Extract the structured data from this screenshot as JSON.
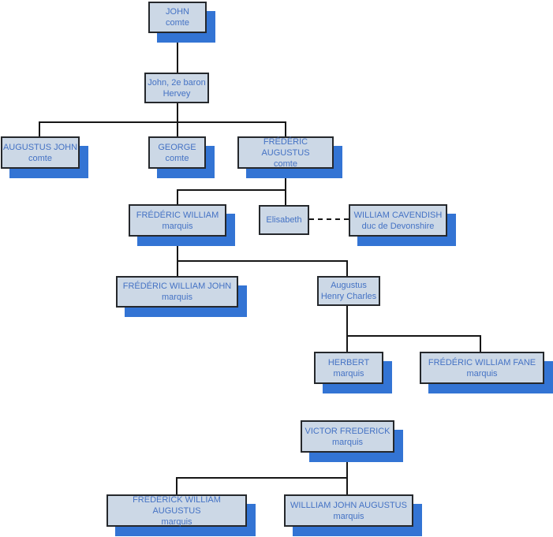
{
  "diagram": {
    "type": "family-tree",
    "nodes": [
      {
        "id": "john",
        "line1": "JOHN",
        "line2": "comte"
      },
      {
        "id": "john-2e-baron-hervey",
        "line1": "John, 2e baron",
        "line2": "Hervey"
      },
      {
        "id": "augustus-john",
        "line1": "AUGUSTUS JOHN",
        "line2": "comte"
      },
      {
        "id": "george",
        "line1": "GEORGE",
        "line2": "comte"
      },
      {
        "id": "frederic-augustus",
        "line1": "FRÉDÉRIC AUGUSTUS",
        "line2": "comte"
      },
      {
        "id": "frederic-william",
        "line1": "FRÉDÉRIC WILLIAM",
        "line2": "marquis"
      },
      {
        "id": "elisabeth",
        "line1": "Elisabeth",
        "line2": ""
      },
      {
        "id": "william-cavendish",
        "line1": "WILLIAM CAVENDISH",
        "line2": "duc de Devonshire"
      },
      {
        "id": "frederic-william-john",
        "line1": "FRÉDÉRIC WILLIAM JOHN",
        "line2": "marquis"
      },
      {
        "id": "augustus-henry-charles",
        "line1": "Augustus",
        "line2": "Henry Charles"
      },
      {
        "id": "herbert",
        "line1": "HERBERT",
        "line2": "marquis"
      },
      {
        "id": "frederic-william-fane",
        "line1": "FRÉDÉRIC WILLIAM FANE",
        "line2": "marquis"
      },
      {
        "id": "victor-frederick",
        "line1": "VICTOR FREDERICK",
        "line2": "marquis"
      },
      {
        "id": "frederick-william-augustus",
        "line1": "FREDERICK WILLIAM AUGUSTUS",
        "line2": "marquis"
      },
      {
        "id": "willliam-john-augustus",
        "line1": "WILLLIAM JOHN AUGUSTUS",
        "line2": "marquis"
      }
    ],
    "colors": {
      "box_fill": "#ccd8e6",
      "box_border": "#25282c",
      "box_text": "#4472c4",
      "shadow": "#3374d4",
      "connector": "#161616",
      "background": "#ffffff"
    }
  }
}
